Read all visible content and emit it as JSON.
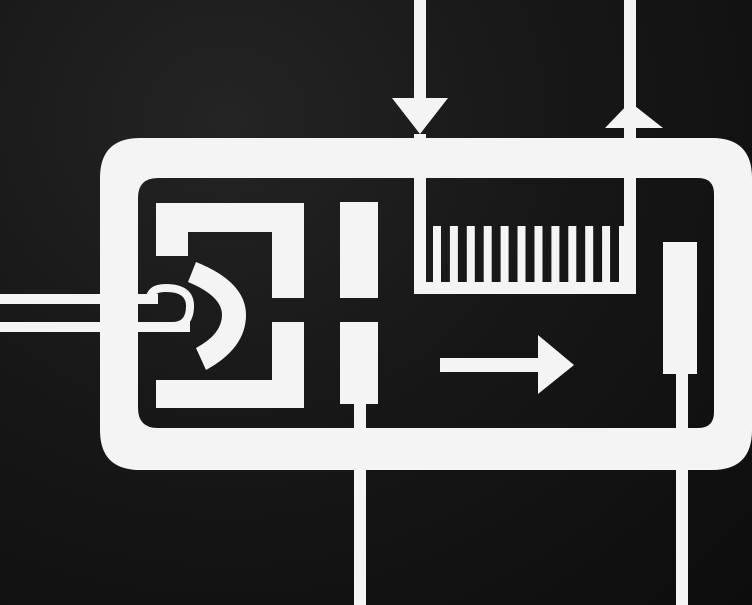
{
  "image": {
    "type": "schematic-diagram",
    "style": "white line art on black textured background",
    "labels": []
  },
  "colors": {
    "background": "#141414",
    "line": "#f4f4f4"
  },
  "components": {
    "outer_frame": {
      "shape": "rounded-rectangle",
      "icon": "outline-frame"
    },
    "inner_cavity": {
      "shape": "rounded-rectangle",
      "icon": "dark-cavity"
    },
    "input_arrow_top": {
      "direction": "down",
      "icon": "arrow-down-icon"
    },
    "output_arrow_top": {
      "direction": "up",
      "icon": "arrow-up-icon"
    },
    "comb_grating": {
      "tooth_count": 12,
      "icon": "comb-icon"
    },
    "flow_arrow": {
      "direction": "right",
      "icon": "arrow-right-icon"
    },
    "source_loop": {
      "icon": "coil-icon"
    },
    "reflector": {
      "icon": "arc-reflector-icon"
    },
    "bracket_block": {
      "icon": "bracket-icon"
    },
    "gap_plates": {
      "count": 2,
      "icon": "plate-icon"
    },
    "right_plate": {
      "icon": "plate-icon"
    },
    "left_feed_lines": {
      "count": 2
    },
    "bottom_leads": {
      "count": 2
    }
  }
}
